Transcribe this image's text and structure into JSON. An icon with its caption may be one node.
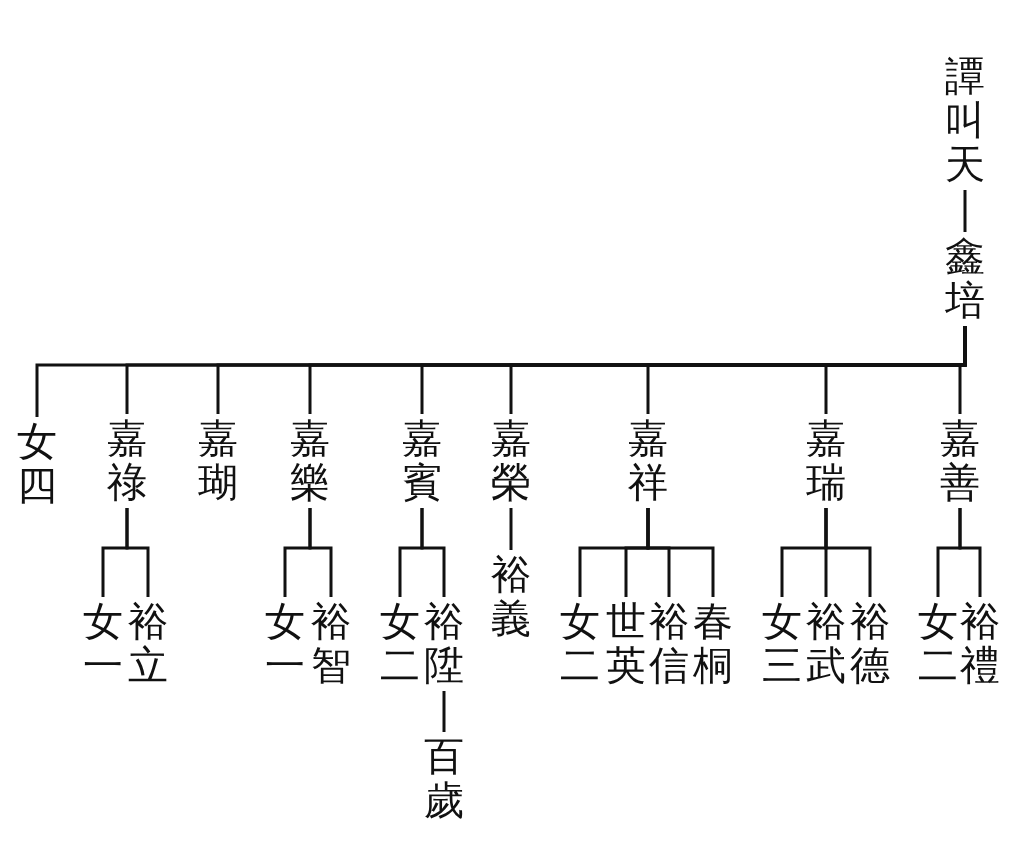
{
  "diagram": {
    "nodes": [
      {
        "text": [
          "譚叫天"
        ]
      },
      {
        "text": [
          "鑫培"
        ]
      },
      {
        "text": [
          "嘉善"
        ]
      },
      {
        "text": [
          "嘉瑞"
        ]
      },
      {
        "text": [
          "嘉祥"
        ]
      },
      {
        "text": [
          "嘉榮"
        ]
      },
      {
        "text": [
          "嘉賓"
        ]
      },
      {
        "text": [
          "嘉樂"
        ]
      },
      {
        "text": [
          "嘉瑚"
        ]
      },
      {
        "text": [
          "嘉祿"
        ]
      },
      {
        "text": [
          "女四"
        ]
      },
      {
        "text": [
          "裕禮"
        ]
      },
      {
        "text": [
          "女二"
        ]
      },
      {
        "text": [
          "裕德"
        ]
      },
      {
        "text": [
          "裕武"
        ]
      },
      {
        "text": [
          "女三"
        ]
      },
      {
        "text": [
          "春桐"
        ]
      },
      {
        "text": [
          "裕信"
        ]
      },
      {
        "text": [
          "世英"
        ]
      },
      {
        "text": [
          "女二"
        ]
      },
      {
        "text": [
          "裕義"
        ]
      },
      {
        "text": [
          "裕陞"
        ]
      },
      {
        "text": [
          "女二"
        ]
      },
      {
        "text": [
          "百歲"
        ]
      },
      {
        "text": [
          "裕智"
        ]
      },
      {
        "text": [
          "女一"
        ]
      },
      {
        "text": [
          "裕立"
        ]
      },
      {
        "text": [
          "女一"
        ]
      }
    ],
    "edges": [
      {
        "from": 0,
        "to": 1,
        "arrow": "none"
      },
      {
        "from": 1,
        "to": 2,
        "arrow": "none"
      },
      {
        "from": 1,
        "to": 3,
        "arrow": "none"
      },
      {
        "from": 1,
        "to": 4,
        "arrow": "none"
      },
      {
        "from": 1,
        "to": 5,
        "arrow": "none"
      },
      {
        "from": 1,
        "to": 6,
        "arrow": "none"
      },
      {
        "from": 1,
        "to": 7,
        "arrow": "none"
      },
      {
        "from": 1,
        "to": 8,
        "arrow": "none"
      },
      {
        "from": 1,
        "to": 9,
        "arrow": "none"
      },
      {
        "from": 1,
        "to": 10,
        "arrow": "none"
      },
      {
        "from": 2,
        "to": 11,
        "arrow": "none"
      },
      {
        "from": 2,
        "to": 12,
        "arrow": "none"
      },
      {
        "from": 3,
        "to": 13,
        "arrow": "none"
      },
      {
        "from": 3,
        "to": 14,
        "arrow": "none"
      },
      {
        "from": 3,
        "to": 15,
        "arrow": "none"
      },
      {
        "from": 4,
        "to": 16,
        "arrow": "none"
      },
      {
        "from": 4,
        "to": 17,
        "arrow": "none"
      },
      {
        "from": 4,
        "to": 18,
        "arrow": "none"
      },
      {
        "from": 4,
        "to": 19,
        "arrow": "none"
      },
      {
        "from": 5,
        "to": 20,
        "arrow": "none"
      },
      {
        "from": 6,
        "to": 21,
        "arrow": "none"
      },
      {
        "from": 6,
        "to": 22,
        "arrow": "none"
      },
      {
        "from": 21,
        "to": 23,
        "arrow": "none"
      },
      {
        "from": 7,
        "to": 24,
        "arrow": "none"
      },
      {
        "from": 7,
        "to": 25,
        "arrow": "none"
      },
      {
        "from": 9,
        "to": 26,
        "arrow": "none"
      },
      {
        "from": 9,
        "to": 27,
        "arrow": "none"
      }
    ]
  }
}
